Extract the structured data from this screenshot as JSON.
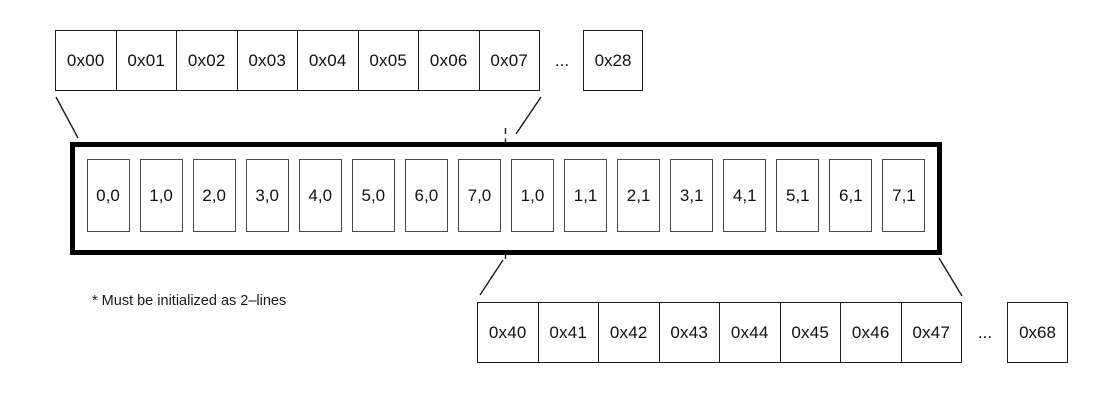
{
  "top_row": {
    "cells": [
      "0x00",
      "0x01",
      "0x02",
      "0x03",
      "0x04",
      "0x05",
      "0x06",
      "0x07"
    ],
    "ellipsis": "...",
    "overflow_cell": "0x28"
  },
  "line_buffer": {
    "cells": [
      "0,0",
      "1,0",
      "2,0",
      "3,0",
      "4,0",
      "5,0",
      "6,0",
      "7,0",
      "1,0",
      "1,1",
      "2,1",
      "3,1",
      "4,1",
      "5,1",
      "6,1",
      "7,1"
    ]
  },
  "bottom_row": {
    "cells": [
      "0x40",
      "0x41",
      "0x42",
      "0x43",
      "0x44",
      "0x45",
      "0x46",
      "0x47"
    ],
    "ellipsis": "...",
    "overflow_cell": "0x68"
  },
  "note": "* Must be initialized as 2–lines",
  "colors": {
    "background": "#ffffff",
    "thin_border": "#1c1c1c",
    "buffer_box_border": "#000000",
    "buffer_cell_border": "#4a4a4a",
    "leader_line": "#1a1a1a"
  }
}
